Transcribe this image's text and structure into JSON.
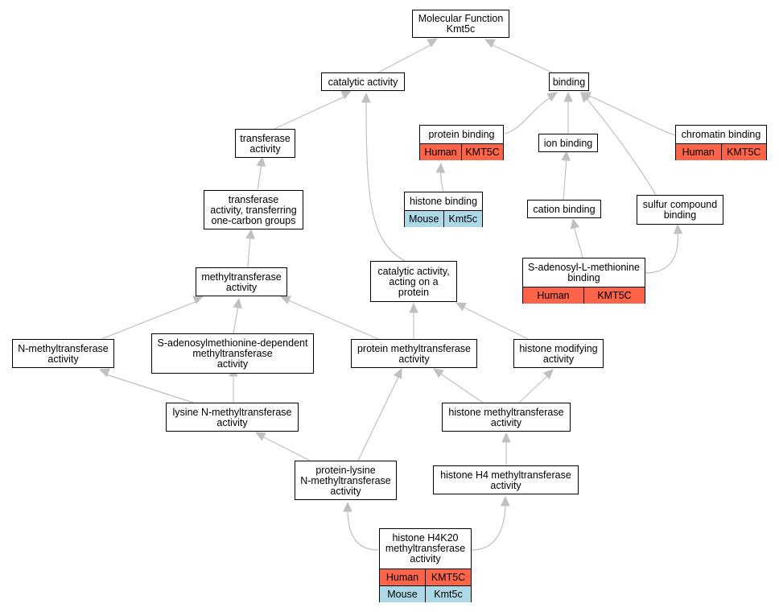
{
  "colors": {
    "human": "#fb6449",
    "mouse": "#add8e6",
    "edge": "#c0c0c0"
  },
  "nodes": {
    "mf": {
      "label": "Molecular Function\nKmt5c"
    },
    "catalytic": {
      "label": "catalytic activity"
    },
    "binding": {
      "label": "binding"
    },
    "transferase": {
      "label": "transferase\nactivity"
    },
    "protein_binding": {
      "label": "protein binding",
      "rows": [
        [
          "Human",
          "KMT5C"
        ]
      ]
    },
    "ion_binding": {
      "label": "ion binding"
    },
    "chromatin_binding": {
      "label": "chromatin binding",
      "rows": [
        [
          "Human",
          "KMT5C"
        ]
      ]
    },
    "transferase_onec": {
      "label": "transferase\nactivity, transferring\none-carbon groups"
    },
    "histone_binding": {
      "label": "histone binding",
      "rows": [
        [
          "Mouse",
          "Kmt5c"
        ]
      ]
    },
    "cation_binding": {
      "label": "cation binding"
    },
    "sulfur_binding": {
      "label": "sulfur compound\nbinding"
    },
    "methyltransferase": {
      "label": "methyltransferase\nactivity"
    },
    "catalytic_protein": {
      "label": "catalytic activity,\nacting on a\nprotein"
    },
    "sam_binding": {
      "label": "S-adenosyl-L-methionine\nbinding",
      "rows": [
        [
          "Human",
          "KMT5C"
        ]
      ]
    },
    "n_methyltransferase": {
      "label": "N-methyltransferase\nactivity"
    },
    "sam_dependent": {
      "label": "S-adenosylmethionine-dependent\nmethyltransferase\nactivity"
    },
    "protein_methyltransferase": {
      "label": "protein methyltransferase\nactivity"
    },
    "histone_modifying": {
      "label": "histone modifying\nactivity"
    },
    "lysine_n": {
      "label": "lysine N-methyltransferase\nactivity"
    },
    "histone_methyltransferase": {
      "label": "histone methyltransferase\nactivity"
    },
    "protein_lysine": {
      "label": "protein-lysine\nN-methyltransferase\nactivity"
    },
    "h4_methyltransferase": {
      "label": "histone H4 methyltransferase\nactivity"
    },
    "h4k20": {
      "label": "histone H4K20\nmethyltransferase\nactivity",
      "rows": [
        [
          "Human",
          "KMT5C"
        ],
        [
          "Mouse",
          "Kmt5c"
        ]
      ]
    }
  }
}
